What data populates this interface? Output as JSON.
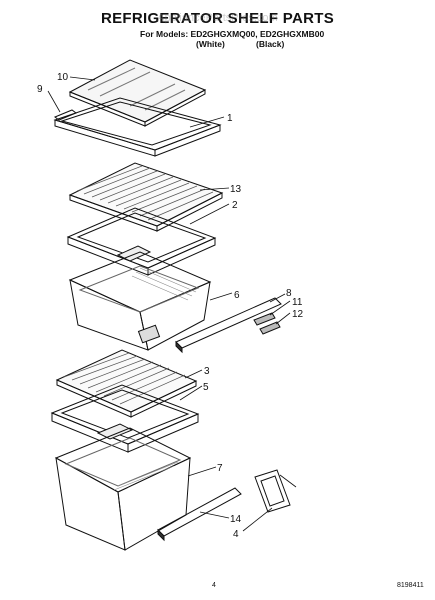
{
  "header": {
    "title": "REFRIGERATOR SHELF PARTS",
    "watermark": "AppliancePartsPros.com",
    "models_line": "For Models: ED2GHGXMQ00, ED2GHGXMB00",
    "variant_white": "(White)",
    "variant_black": "(Black)"
  },
  "callouts": {
    "c10": "10",
    "c9": "9",
    "c1": "1",
    "c13": "13",
    "c2": "2",
    "c6": "6",
    "c8": "8",
    "c11": "11",
    "c12": "12",
    "c3": "3",
    "c5": "5",
    "c7": "7",
    "c14": "14",
    "c4": "4"
  },
  "footer": {
    "page_number": "4",
    "document_number": "8198411"
  }
}
